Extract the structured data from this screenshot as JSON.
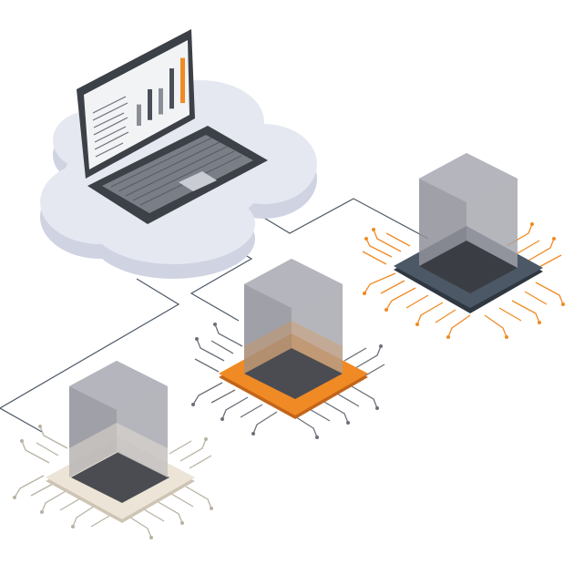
{
  "colors": {
    "background": "#ffffff",
    "cloud_top": "#e6e8f1",
    "cloud_side": "#cfd3e2",
    "laptop_body": "#3c4047",
    "laptop_screen": "#f2f3f5",
    "keyboard": "#7a7e87",
    "connector": "#4c5866",
    "bar_gray": "#8a8e96",
    "bar_dark": "#4a4f58",
    "bar_orange": "#f08a24",
    "chip_dark": "#4c5866",
    "chip_orange": "#f08a24",
    "chip_beige": "#ece4d6",
    "pins_orange": "#f08a24",
    "pins_gray": "#6b7078",
    "pins_beige": "#cdc4b4",
    "block": "#8f9099"
  },
  "scene": {
    "cloud": {
      "icon": "cloud-icon"
    },
    "laptop": {
      "icon": "laptop-icon",
      "screen_bars": [
        {
          "level": 0.45,
          "color": "bar_gray"
        },
        {
          "level": 0.65,
          "color": "bar_dark"
        },
        {
          "level": 0.55,
          "color": "bar_gray"
        },
        {
          "level": 0.85,
          "color": "bar_dark"
        },
        {
          "level": 0.95,
          "color": "bar_orange"
        }
      ]
    },
    "chips": [
      {
        "id": "chip-dark",
        "icon": "processor-chip-icon",
        "style": "dark"
      },
      {
        "id": "chip-orange",
        "icon": "processor-chip-icon",
        "style": "orange"
      },
      {
        "id": "chip-beige",
        "icon": "processor-chip-icon",
        "style": "beige"
      }
    ]
  }
}
